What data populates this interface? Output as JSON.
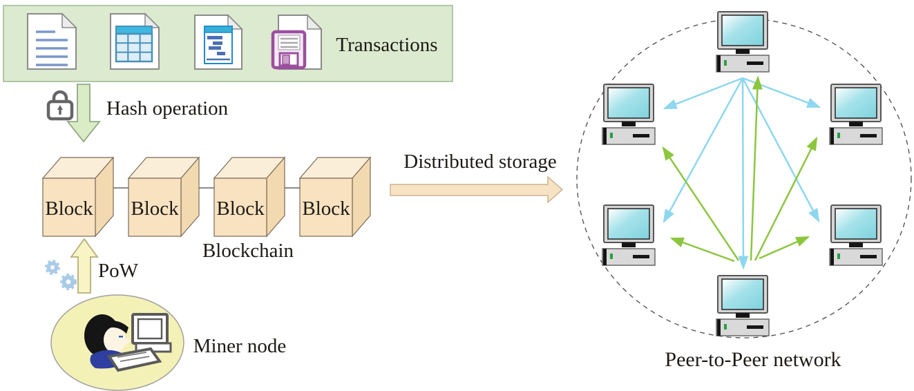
{
  "diagram": {
    "transactions": {
      "label": "Transactions",
      "icons": [
        "text-document-icon",
        "spreadsheet-document-icon",
        "gantt-document-icon",
        "floppy-save-icon"
      ]
    },
    "hash": {
      "label": "Hash operation",
      "icon": "lock-icon"
    },
    "blockchain": {
      "label": "Blockchain",
      "blocks": [
        {
          "label": "Block"
        },
        {
          "label": "Block"
        },
        {
          "label": "Block"
        },
        {
          "label": "Block"
        }
      ]
    },
    "pow": {
      "label": "PoW",
      "icon": "gears-icon"
    },
    "miner": {
      "label": "Miner node",
      "icons": [
        "person-icon",
        "workstation-icon"
      ]
    },
    "storage": {
      "label": "Distributed storage"
    },
    "p2p": {
      "label": "Peer-to-Peer network",
      "node_count": 6
    }
  },
  "colors": {
    "panel_bg": "#dcead0",
    "panel_border": "#9cb890",
    "hash_arrow_green": "#d9ecc6",
    "block_face_tan": "#f8e2c0",
    "pow_arrow_yellow": "#f8f4c5",
    "miner_ellipse_yellow": "#f4f1b6",
    "storage_arrow_tan": "#f7e3c4",
    "network_arrow_blue": "#8dd7ef",
    "network_arrow_green": "#8cc63e",
    "monitor_screen_cyan": "#7fd2dc",
    "floppy_purple": "#9b4f9e"
  }
}
